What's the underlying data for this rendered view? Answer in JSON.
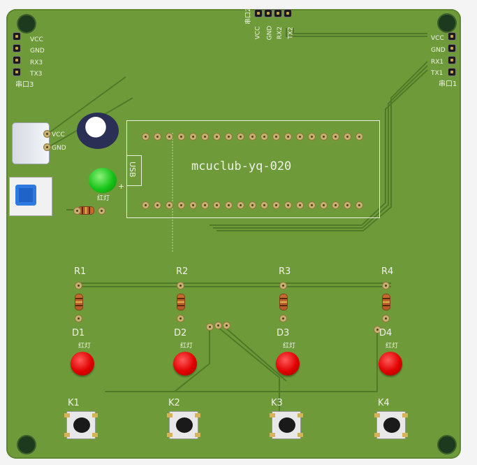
{
  "board": {
    "color": "#6f9a3a",
    "title": "mcuclub-yq-020"
  },
  "uart2": {
    "name": "串口2",
    "pins": [
      "VCC",
      "GND",
      "RX2",
      "TX2"
    ]
  },
  "uart3": {
    "name": "串口3",
    "pins": [
      "VCC",
      "GND",
      "RX3",
      "TX3"
    ]
  },
  "uart1": {
    "name": "串口1",
    "pins": [
      "VCC",
      "GND",
      "RX1",
      "TX1"
    ]
  },
  "power": {
    "pins": [
      "VCC",
      "GND"
    ]
  },
  "mcu": {
    "usb_label": "USB"
  },
  "status_led_label": "红灯",
  "resistors": [
    "R1",
    "R2",
    "R3",
    "R4"
  ],
  "leds": [
    {
      "name": "D1",
      "sub": "红灯"
    },
    {
      "name": "D2",
      "sub": "红灯"
    },
    {
      "name": "D3",
      "sub": "红灯"
    },
    {
      "name": "D4",
      "sub": "红灯"
    }
  ],
  "keys": [
    "K1",
    "K2",
    "K3",
    "K4"
  ]
}
